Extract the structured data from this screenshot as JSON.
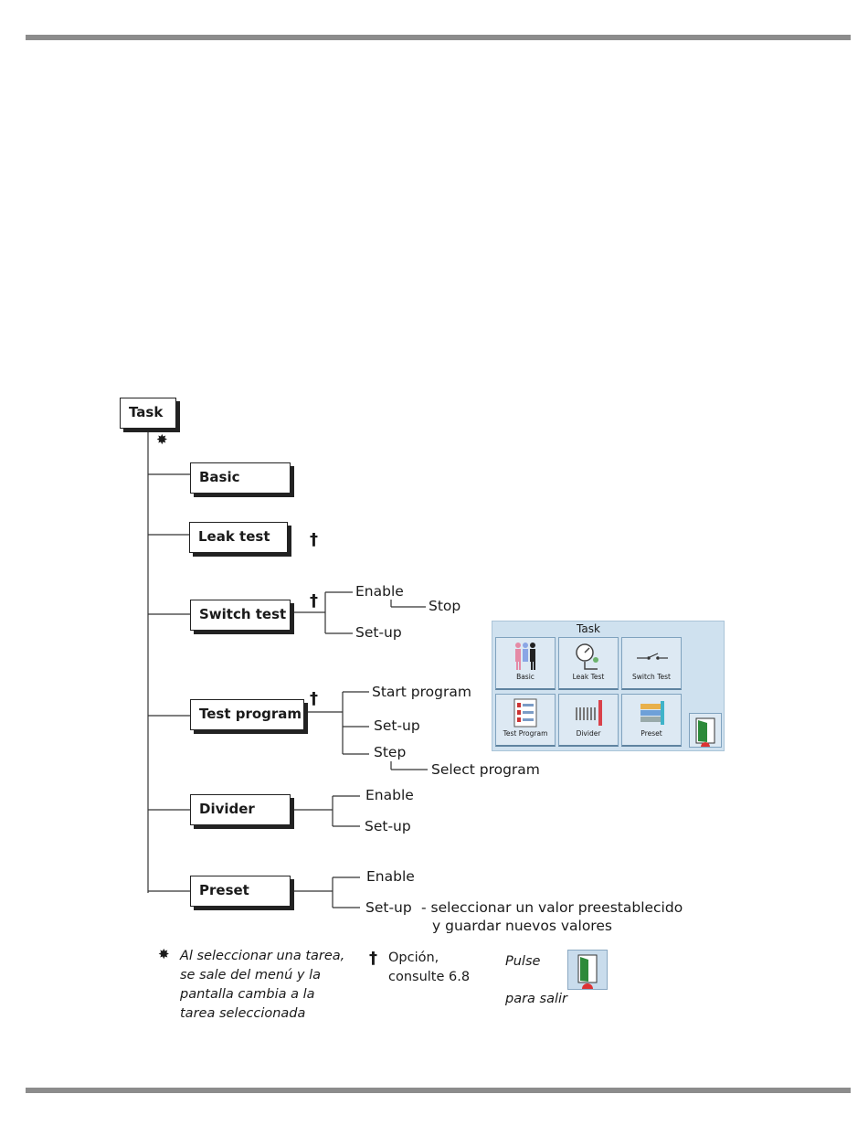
{
  "diagram": {
    "root": "Task",
    "root_marker": "✸",
    "option_marker": "†",
    "items": [
      {
        "label": "Basic"
      },
      {
        "label": "Leak test"
      },
      {
        "label": "Switch test",
        "children": [
          "Enable",
          "Set-up"
        ],
        "sub": "Stop"
      },
      {
        "label": "Test program",
        "children": [
          "Start program",
          "Set-up",
          "Step"
        ],
        "sub": "Select program"
      },
      {
        "label": "Divider",
        "children": [
          "Enable",
          "Set-up"
        ]
      },
      {
        "label": "Preset",
        "children": [
          "Enable",
          "Set-up"
        ],
        "setup_note": [
          "- seleccionar un valor preestablecido",
          "y guardar nuevos valores"
        ]
      }
    ]
  },
  "screen": {
    "title": "Task",
    "tiles": [
      "Basic",
      "Leak Test",
      "Switch Test",
      "Test Program",
      "Divider",
      "Preset"
    ]
  },
  "notes": {
    "star_note": [
      "Al seleccionar una tarea,",
      "se sale del menú y la",
      "pantalla cambia a la",
      "tarea seleccionada"
    ],
    "option_note": [
      "Opción,",
      "consulte 6.8"
    ],
    "exit_before": "Pulse",
    "exit_after": "para salir"
  },
  "colors": {
    "rule": "#8c8c8c",
    "screen_bg": "#cfe1ef"
  }
}
